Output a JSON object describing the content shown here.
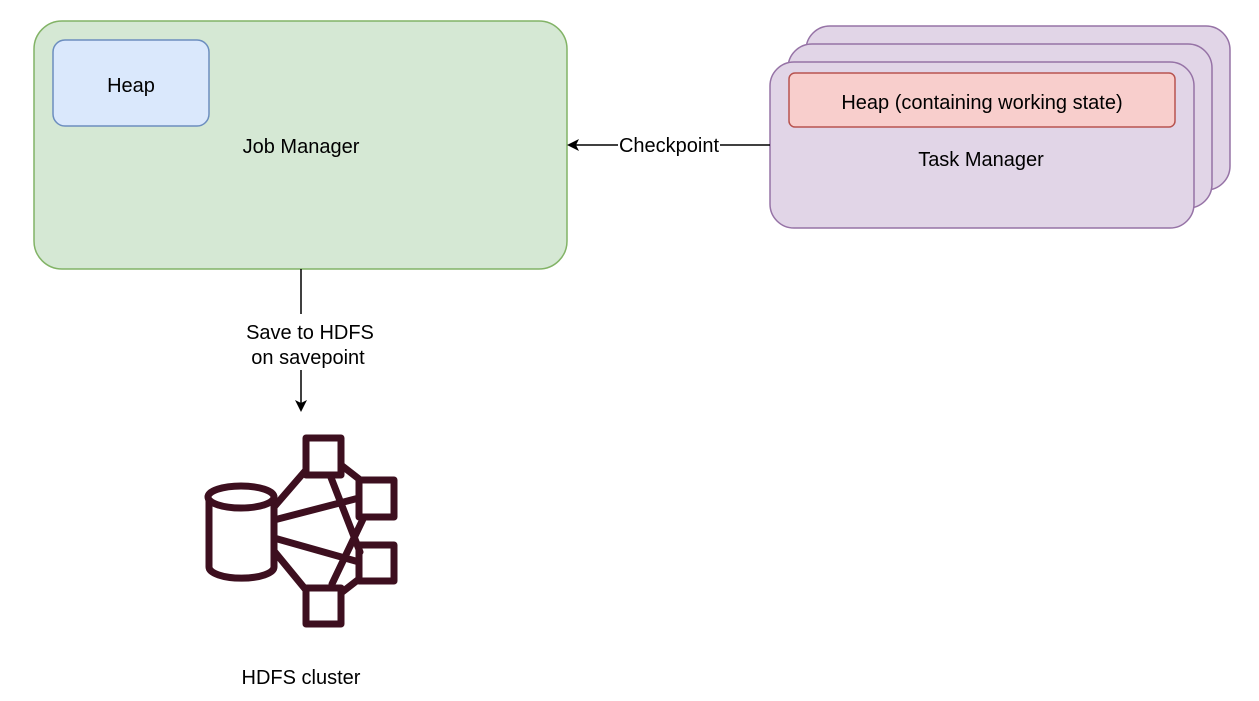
{
  "nodes": {
    "job_manager": {
      "label": "Job Manager",
      "heap_label": "Heap",
      "fill": "#d5e8d4",
      "stroke": "#82b366",
      "heap_fill": "#dae8fc",
      "heap_stroke": "#6c8ebf"
    },
    "task_manager": {
      "label": "Task Manager",
      "heap_label": "Heap (containing working state)",
      "fill": "#e1d5e7",
      "stroke": "#9673a6",
      "heap_fill": "#f8cecc",
      "heap_stroke": "#b85450",
      "stacked_copies": 3
    },
    "hdfs": {
      "label": "HDFS cluster",
      "icon": "hdfs-cluster-icon",
      "color": "#3d0f1f"
    }
  },
  "edges": {
    "checkpoint": {
      "label": "Checkpoint",
      "from": "Task Manager",
      "to": "Job Manager"
    },
    "savepoint": {
      "label_line1": "Save to HDFS",
      "label_line2": "on savepoint",
      "from": "Job Manager",
      "to": "HDFS cluster"
    }
  }
}
